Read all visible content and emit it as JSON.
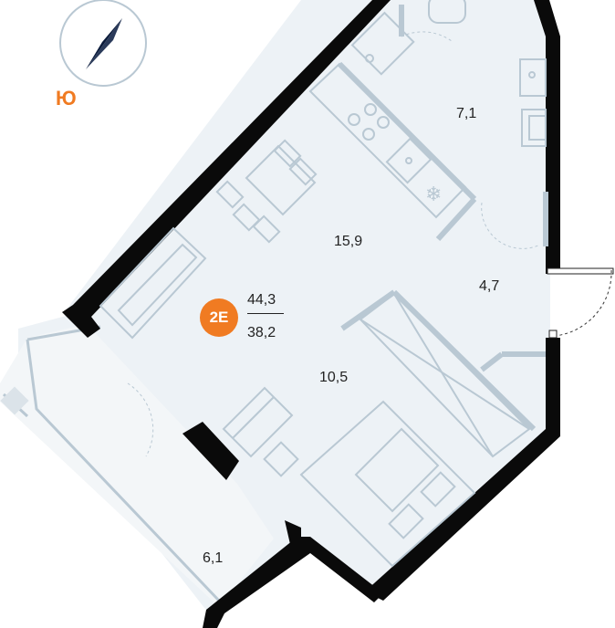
{
  "compass": {
    "direction_label": "Ю",
    "accent_color": "#f07b22"
  },
  "apartment": {
    "type_badge": "2Е",
    "badge_color": "#f07b22",
    "total_area": "44,3",
    "living_area": "38,2"
  },
  "rooms": {
    "bathroom": "7,1",
    "kitchen_living": "15,9",
    "hallway": "4,7",
    "bedroom": "10,5",
    "balcony": "6,1"
  },
  "colors": {
    "floor": "#edf2f6",
    "wall": "#0a0a0a",
    "furniture": "#b9c8d3",
    "text": "#222222"
  }
}
